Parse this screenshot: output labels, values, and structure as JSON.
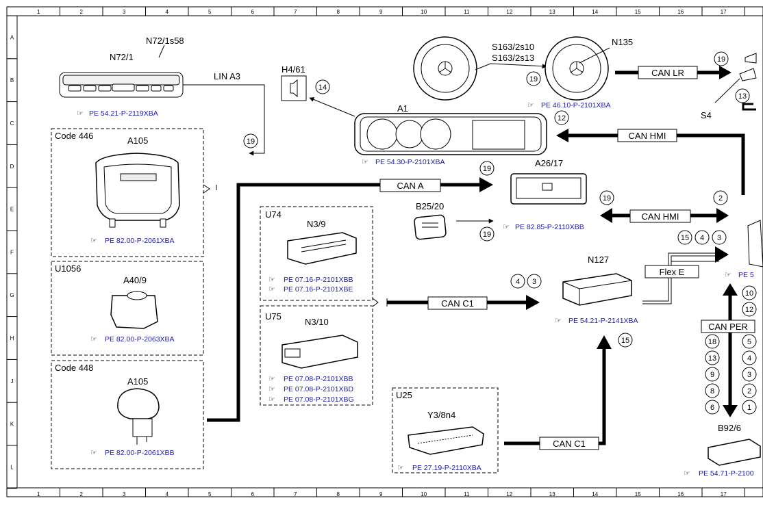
{
  "grid": {
    "cols": [
      "1",
      "2",
      "3",
      "4",
      "5",
      "6",
      "7",
      "8",
      "9",
      "10",
      "11",
      "12",
      "13",
      "14",
      "15",
      "16",
      "17"
    ],
    "rows": [
      "A",
      "B",
      "C",
      "D",
      "E",
      "F",
      "G",
      "H",
      "J",
      "K",
      "L"
    ]
  },
  "components": {
    "n72_1": {
      "label": "N72/1",
      "sub": "N72/1s58",
      "ref": "PE 54.21-P-2119XBA"
    },
    "h4_61": {
      "label": "H4/61",
      "num": "14"
    },
    "wheel_left": {
      "lbl1": "S163/2s10",
      "lbl2": "S163/2s13"
    },
    "n135": {
      "label": "N135",
      "ref": "PE 46.10-P-2101XBA",
      "num": "19"
    },
    "s4": {
      "label": "S4",
      "num1": "19",
      "num2": "13"
    },
    "a1": {
      "label": "A1",
      "ref": "PE 54.30-P-2101XBA"
    },
    "code446": {
      "title": "Code 446",
      "label": "A105",
      "ref": "PE 82.00-P-2061XBA"
    },
    "u1056": {
      "title": "U1056",
      "label": "A40/9",
      "ref": "PE 82.00-P-2063XBA"
    },
    "code448": {
      "title": "Code 448",
      "label": "A105",
      "ref": "PE 82.00-P-2061XBB"
    },
    "a26_17": {
      "label": "A26/17",
      "ref": "PE 82.85-P-2110XBB",
      "num": "19"
    },
    "b25_20": {
      "label": "B25/20",
      "num": "19"
    },
    "u74": {
      "title": "U74",
      "label": "N3/9",
      "refs": [
        "PE 07.16-P-2101XBB",
        "PE 07.16-P-2101XBE"
      ]
    },
    "u75": {
      "title": "U75",
      "label": "N3/10",
      "refs": [
        "PE 07.08-P-2101XBB",
        "PE 07.08-P-2101XBD",
        "PE 07.08-P-2101XBG"
      ]
    },
    "n127": {
      "label": "N127",
      "ref": "PE 54.21-P-2141XBA"
    },
    "u25": {
      "title": "U25",
      "label": "Y3/8n4",
      "ref": "PE 27.19-P-2110XBA"
    },
    "b92_6": {
      "label": "B92/6",
      "ref": "PE 54.71-P-2100"
    },
    "right_edge": {
      "ref": "PE 5"
    }
  },
  "buses": {
    "lin_a3": "LIN A3",
    "can_lr": "CAN LR",
    "can_hmi_top": "CAN HMI",
    "can_a": "CAN A",
    "can_hmi_mid": "CAN HMI",
    "flex_e": "Flex E",
    "can_c1_mid": "CAN C1",
    "can_c1_bottom": "CAN C1",
    "can_per": "CAN PER"
  },
  "numbers": {
    "lin_a3_circle": "19",
    "can_lr_circle": "19",
    "can_hmi_top_circle": "12",
    "can_a_circle": "19",
    "can_hmi_mid_left": "19",
    "can_hmi_mid_right": "2",
    "flex_e_circles": [
      "15",
      "4",
      "3"
    ],
    "can_c1_mid_circles": [
      "4",
      "3"
    ],
    "can_c1_bottom_circle": "15",
    "can_per_top": [
      "10",
      "12"
    ],
    "can_per_left": [
      "18",
      "13",
      "9",
      "8",
      "6"
    ],
    "can_per_right": [
      "5",
      "4",
      "3",
      "2",
      "1"
    ]
  }
}
